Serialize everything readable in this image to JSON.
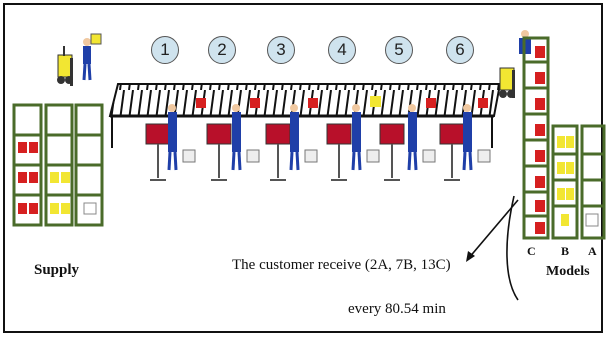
{
  "stations": [
    "1",
    "2",
    "3",
    "4",
    "5",
    "6"
  ],
  "supply_label": "Supply",
  "models_label": "Models",
  "model_columns": [
    "C",
    "B",
    "A"
  ],
  "customer_text": "The customer receive (2A, 7B, 13C)",
  "cycle_text": "every  80.54 min",
  "colors": {
    "rack": "#4a6b2a",
    "box_red": "#d62020",
    "box_yellow": "#f2e632",
    "worker": "#1f3fa8",
    "conveyor": "#222222"
  }
}
